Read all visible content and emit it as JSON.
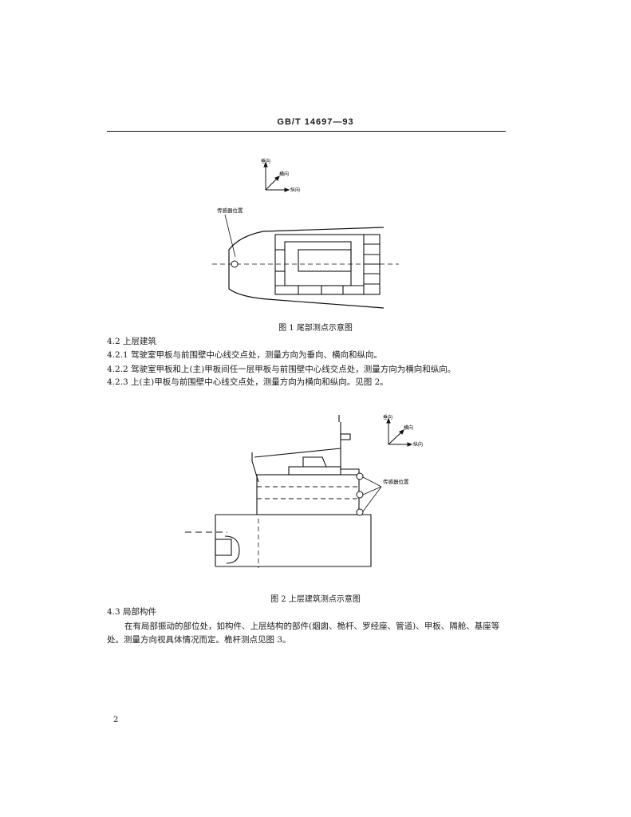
{
  "header": {
    "standard_code": "GB/T 14697—93"
  },
  "figure1": {
    "axes": {
      "vertical": "垂向",
      "transverse": "横向",
      "longitudinal": "纵向"
    },
    "sensor_label": "传感器位置",
    "caption": "图 1   尾部测点示意图"
  },
  "section_4_2": {
    "heading": "4.2   上层建筑",
    "items": [
      "4.2.1   驾驶室甲板与前围壁中心线交点处，测量方向为垂向、横向和纵向。",
      "4.2.2   驾驶室甲板和上(主)甲板间任一层甲板与前围壁中心线交点处，测量方向为横向和纵向。",
      "4.2.3   上(主)甲板与前围壁中心线交点处，测量方向为横向和纵向。见图 2。"
    ]
  },
  "figure2": {
    "axes": {
      "vertical": "垂向",
      "transverse": "横向",
      "longitudinal": "纵向"
    },
    "sensor_label": "传感器位置",
    "caption": "图 2   上层建筑测点示意图"
  },
  "section_4_3": {
    "heading": "4.3   局部构件",
    "paragraph_line1": "在有局部振动的部位处，如构件、上层结构的部件(烟囱、桅杆、罗经座、管道)、甲板、隔舱、基座等",
    "paragraph_line2": "处。测量方向视具体情况而定。桅杆测点见图 3。"
  },
  "footer": {
    "page_number": "2"
  }
}
